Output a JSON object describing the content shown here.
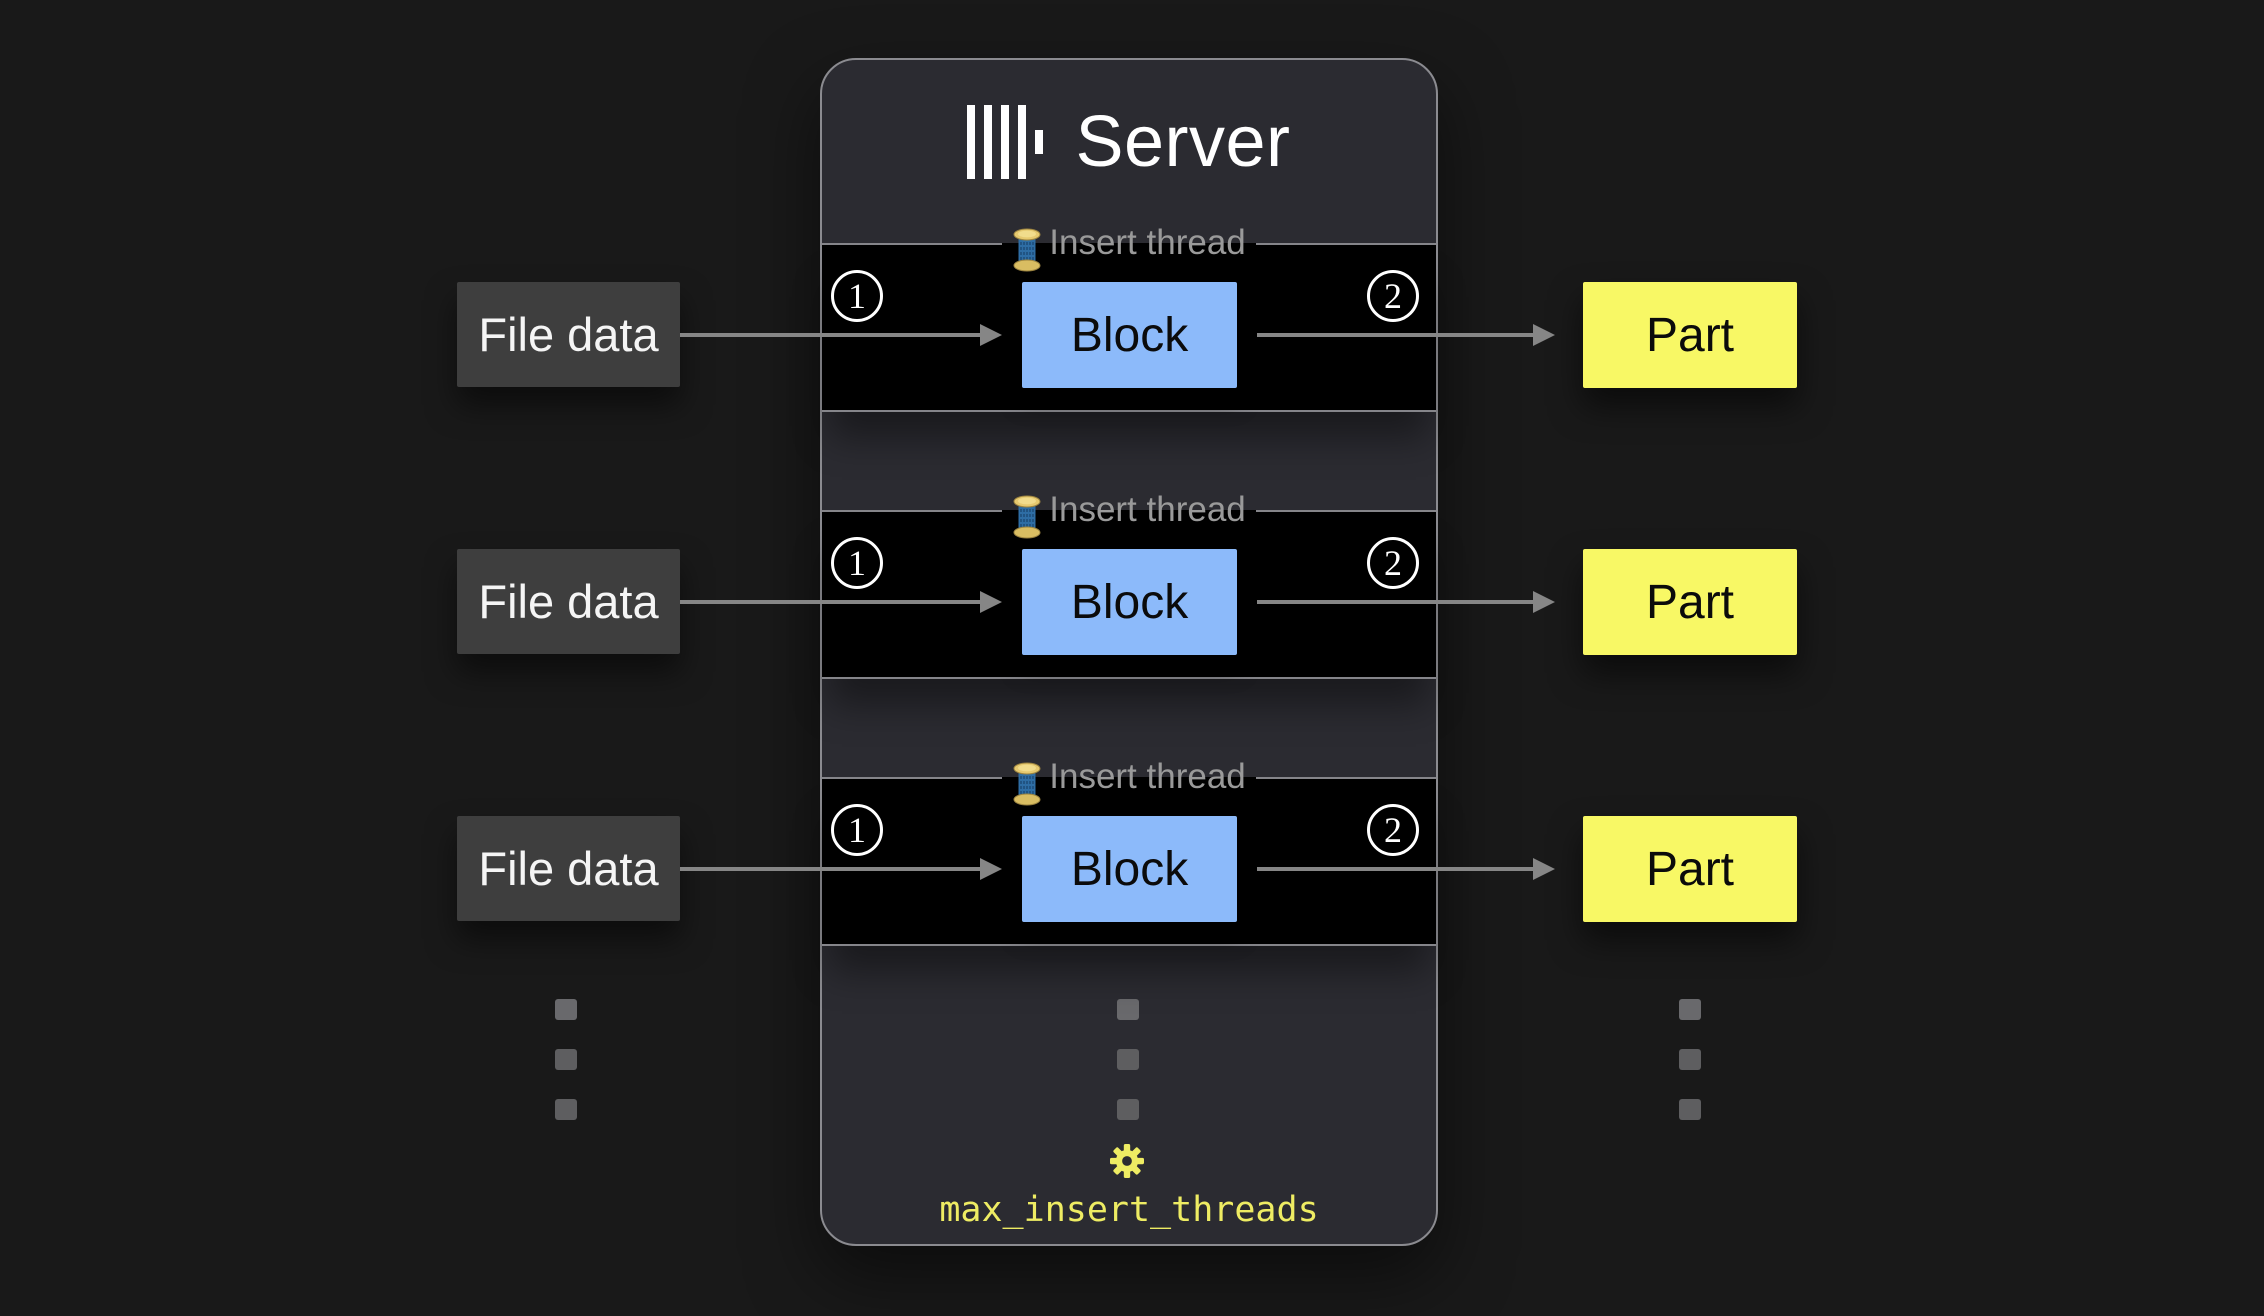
{
  "server": {
    "title": "Server",
    "logo_icon": "clickhouse-bars-logo",
    "setting": {
      "icon": "gear-icon",
      "label": "max_insert_threads"
    }
  },
  "rows": [
    {
      "source_label": "File data",
      "thread_icon": "thread-spool-icon",
      "thread_label": "Insert thread",
      "step_in": "1",
      "block_label": "Block",
      "step_out": "2",
      "output_label": "Part"
    },
    {
      "source_label": "File data",
      "thread_icon": "thread-spool-icon",
      "thread_label": "Insert thread",
      "step_in": "1",
      "block_label": "Block",
      "step_out": "2",
      "output_label": "Part"
    },
    {
      "source_label": "File data",
      "thread_icon": "thread-spool-icon",
      "thread_label": "Insert thread",
      "step_in": "1",
      "block_label": "Block",
      "step_out": "2",
      "output_label": "Part"
    }
  ],
  "ellipsis_icon": "vertical-ellipsis-dots",
  "colors": {
    "page_bg": "#191919",
    "server_bg": "#2b2b31",
    "server_border": "#8b8b90",
    "strip_bg": "#000000",
    "strip_border": "#85858a",
    "block_bg": "#8cbafa",
    "part_bg": "#f8f865",
    "file_bg": "#3e3e3e",
    "accent_yellow": "#eeec63",
    "label_gray": "#9a9a9a",
    "arrow_gray": "#868686",
    "dot_gray": "#5e5e60"
  }
}
